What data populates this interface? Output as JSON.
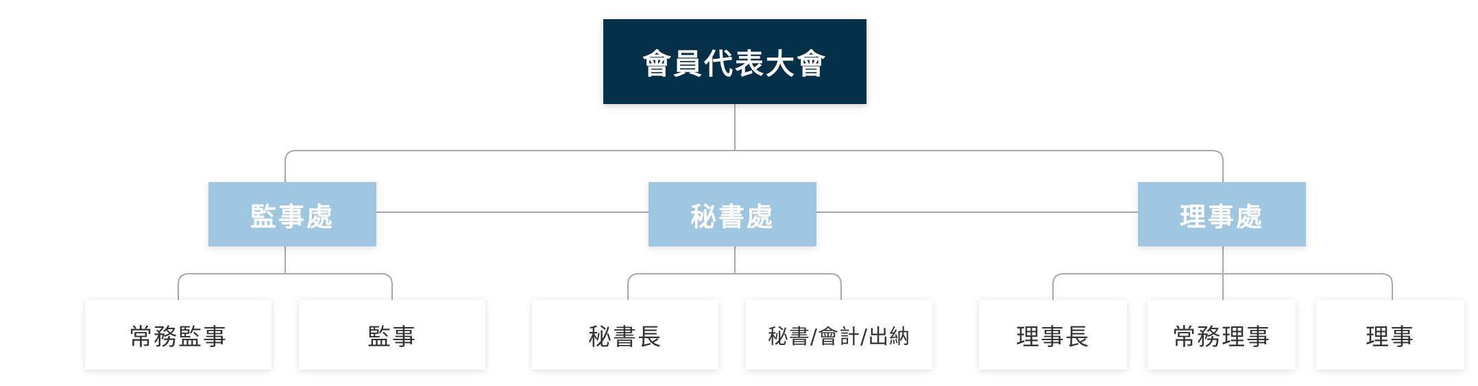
{
  "org": {
    "root": {
      "label": "會員代表大會"
    },
    "departments": [
      {
        "label": "監事處"
      },
      {
        "label": "秘書處"
      },
      {
        "label": "理事處"
      }
    ],
    "leaves": [
      {
        "label": "常務監事"
      },
      {
        "label": "監事"
      },
      {
        "label": "秘書長"
      },
      {
        "label": "秘書/會計/出納"
      },
      {
        "label": "理事長"
      },
      {
        "label": "常務理事"
      },
      {
        "label": "理事"
      }
    ]
  },
  "colors": {
    "root_bg": "#05304a",
    "dept_bg": "#9fc6e0",
    "leaf_bg": "#ffffff",
    "connector": "#a8a8a8"
  }
}
